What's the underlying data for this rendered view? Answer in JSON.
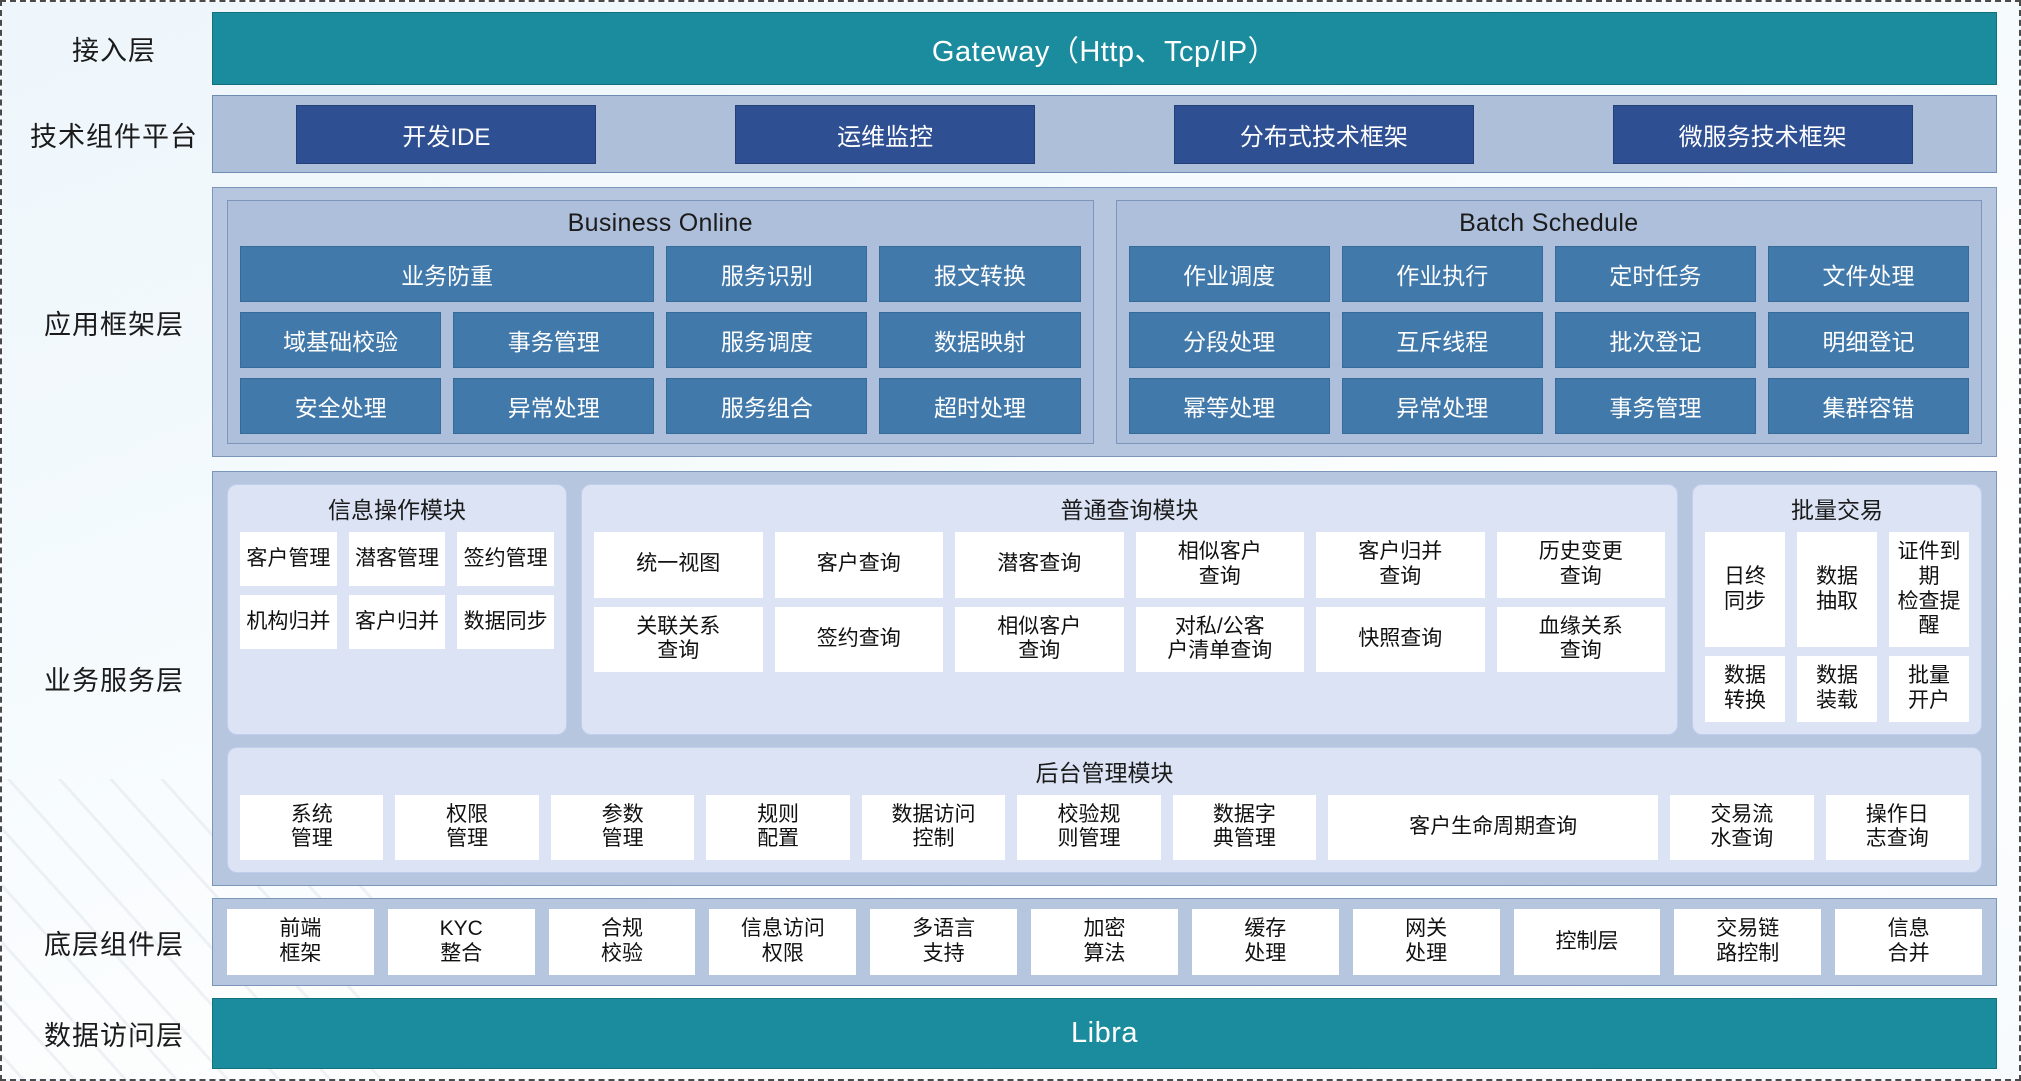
{
  "layers": [
    {
      "label": "接入层"
    },
    {
      "label": "技术组件平台"
    },
    {
      "label": "应用框架层"
    },
    {
      "label": "业务服务层"
    },
    {
      "label": "底层组件层"
    },
    {
      "label": "数据访问层"
    }
  ],
  "gateway": {
    "title": "Gateway（Http、Tcp/IP）"
  },
  "tech_platform": {
    "items": [
      {
        "label": "开发IDE"
      },
      {
        "label": "运维监控"
      },
      {
        "label": "分布式技术框架"
      },
      {
        "label": "微服务技术框架"
      }
    ]
  },
  "app_framework": {
    "panels": [
      {
        "title": "Business Online",
        "cells": [
          {
            "label": "业务防重",
            "span": 2
          },
          {
            "label": "服务识别",
            "span": 1
          },
          {
            "label": "报文转换",
            "span": 1
          },
          {
            "label": "域基础校验",
            "span": 1
          },
          {
            "label": "事务管理",
            "span": 1
          },
          {
            "label": "服务调度",
            "span": 1
          },
          {
            "label": "数据映射",
            "span": 1
          },
          {
            "label": "安全处理",
            "span": 1
          },
          {
            "label": "异常处理",
            "span": 1
          },
          {
            "label": "服务组合",
            "span": 1
          },
          {
            "label": "超时处理",
            "span": 1
          }
        ]
      },
      {
        "title": "Batch Schedule",
        "cells": [
          {
            "label": "作业调度",
            "span": 1
          },
          {
            "label": "作业执行",
            "span": 1
          },
          {
            "label": "定时任务",
            "span": 1
          },
          {
            "label": "文件处理",
            "span": 1
          },
          {
            "label": "分段处理",
            "span": 1
          },
          {
            "label": "互斥线程",
            "span": 1
          },
          {
            "label": "批次登记",
            "span": 1
          },
          {
            "label": "明细登记",
            "span": 1
          },
          {
            "label": "幂等处理",
            "span": 1
          },
          {
            "label": "异常处理",
            "span": 1
          },
          {
            "label": "事务管理",
            "span": 1
          },
          {
            "label": "集群容错",
            "span": 1
          }
        ]
      }
    ]
  },
  "business_service": {
    "modules": [
      {
        "title": "信息操作模块",
        "columns": 3,
        "cells": [
          {
            "label": "客户管理"
          },
          {
            "label": "潜客管理"
          },
          {
            "label": "签约管理"
          },
          {
            "label": "机构归并"
          },
          {
            "label": "客户归并"
          },
          {
            "label": "数据同步"
          }
        ]
      },
      {
        "title": "普通查询模块",
        "columns": 6,
        "cells": [
          {
            "label": "统一视图"
          },
          {
            "label": "客户查询"
          },
          {
            "label": "潜客查询"
          },
          {
            "label": "相似客户\n查询"
          },
          {
            "label": "客户归并\n查询"
          },
          {
            "label": "历史变更\n查询"
          },
          {
            "label": "关联关系\n查询"
          },
          {
            "label": "签约查询"
          },
          {
            "label": "相似客户\n查询"
          },
          {
            "label": "对私/公客\n户清单查询"
          },
          {
            "label": "快照查询"
          },
          {
            "label": "血缘关系\n查询"
          }
        ]
      },
      {
        "title": "批量交易",
        "columns": 3,
        "cells": [
          {
            "label": "日终\n同步"
          },
          {
            "label": "数据\n抽取"
          },
          {
            "label": "证件到期\n检查提醒"
          },
          {
            "label": "数据\n转换"
          },
          {
            "label": "数据\n装载"
          },
          {
            "label": "批量\n开户"
          }
        ]
      }
    ],
    "admin_module": {
      "title": "后台管理模块",
      "cells": [
        {
          "label": "系统\n管理"
        },
        {
          "label": "权限\n管理"
        },
        {
          "label": "参数\n管理"
        },
        {
          "label": "规则\n配置"
        },
        {
          "label": "数据访问\n控制"
        },
        {
          "label": "校验规\n则管理"
        },
        {
          "label": "数据字\n典管理"
        },
        {
          "label": "客户生命周期查询"
        },
        {
          "label": "交易流\n水查询"
        },
        {
          "label": "操作日\n志查询"
        }
      ]
    }
  },
  "component_layer": {
    "cells": [
      {
        "label": "前端\n框架"
      },
      {
        "label": "KYC\n整合"
      },
      {
        "label": "合规\n校验"
      },
      {
        "label": "信息访问\n权限"
      },
      {
        "label": "多语言\n支持"
      },
      {
        "label": "加密\n算法"
      },
      {
        "label": "缓存\n处理"
      },
      {
        "label": "网关\n处理"
      },
      {
        "label": "控制层"
      },
      {
        "label": "交易链\n路控制"
      },
      {
        "label": "信息\n合并"
      }
    ]
  },
  "data_access": {
    "title": "Libra"
  },
  "colors": {
    "teal": "#1b8b9e",
    "navy": "#2f4f93",
    "steel": "#4279ab",
    "band": "#b6c6de",
    "panel": "#aebfdb",
    "module": "#dbe3f4",
    "cell_white": "#ffffff"
  }
}
